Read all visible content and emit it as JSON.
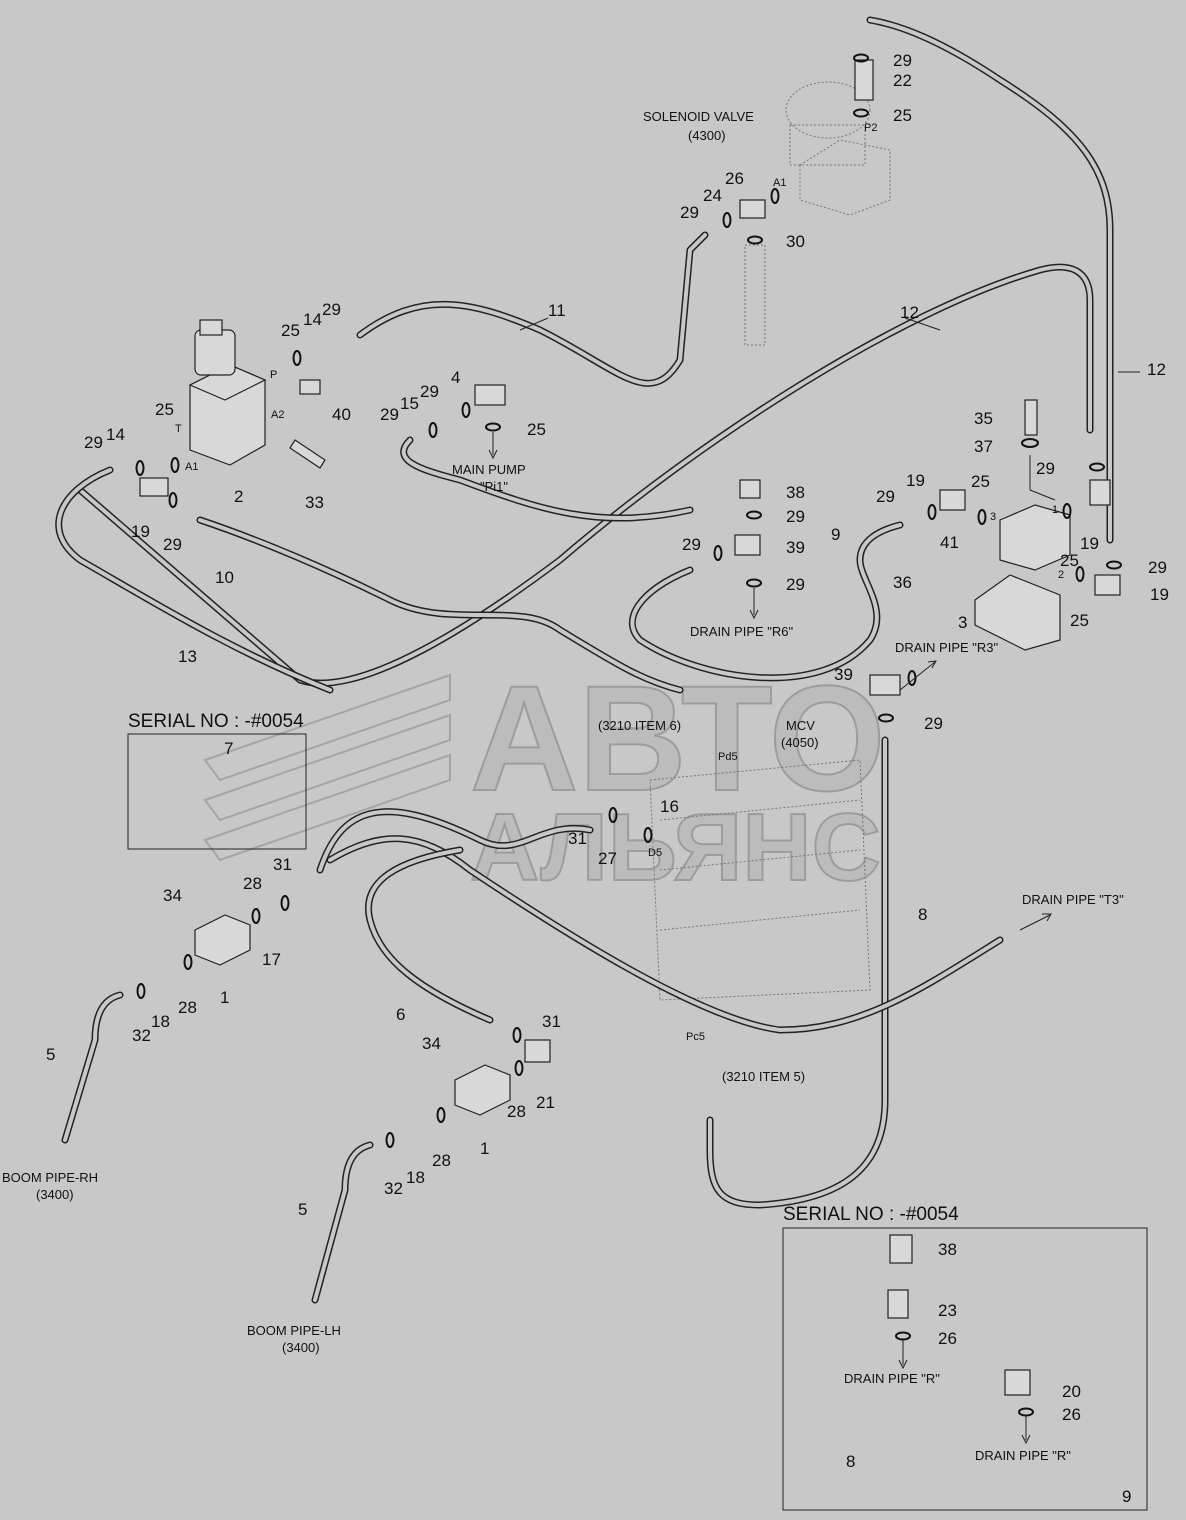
{
  "labels": {
    "solenoid_valve": "SOLENOID VALVE",
    "solenoid_valve_ref": "(4300)",
    "main_pump": "MAIN PUMP",
    "main_pump_port": "\"Pi1\"",
    "drain_r6": "DRAIN PIPE \"R6\"",
    "drain_r3": "DRAIN PIPE \"R3\"",
    "drain_t3": "DRAIN PIPE \"T3\"",
    "drain_r_1": "DRAIN PIPE \"R\"",
    "drain_r_2": "DRAIN PIPE \"R\"",
    "mcv": "MCV",
    "mcv_ref": "(4050)",
    "item6": "(3210 ITEM 6)",
    "item5": "(3210 ITEM 5)",
    "boom_rh": "BOOM PIPE-RH",
    "boom_rh_ref": "(3400)",
    "boom_lh": "BOOM PIPE-LH",
    "boom_lh_ref": "(3400)",
    "serial_1": "SERIAL NO : -#0054",
    "serial_2": "SERIAL NO : -#0054"
  },
  "ports": [
    "P2",
    "A1",
    "P",
    "T",
    "A1",
    "A2",
    "Pd5",
    "D5",
    "Pc5",
    "1",
    "2",
    "3"
  ],
  "callouts": [
    "29",
    "22",
    "25",
    "26",
    "24",
    "29",
    "30",
    "11",
    "12",
    "12",
    "25",
    "14",
    "29",
    "4",
    "40",
    "29",
    "15",
    "29",
    "25",
    "25",
    "14",
    "29",
    "2",
    "33",
    "19",
    "29",
    "10",
    "13",
    "35",
    "37",
    "29",
    "19",
    "25",
    "29",
    "9",
    "41",
    "36",
    "25",
    "19",
    "29",
    "3",
    "19",
    "25",
    "38",
    "29",
    "29",
    "39",
    "29",
    "39",
    "29",
    "7",
    "16",
    "31",
    "27",
    "8",
    "31",
    "28",
    "34",
    "17",
    "1",
    "18",
    "28",
    "32",
    "5",
    "6",
    "31",
    "34",
    "21",
    "28",
    "1",
    "18",
    "28",
    "32",
    "5",
    "38",
    "23",
    "26",
    "20",
    "26",
    "8",
    "9"
  ],
  "watermark": {
    "line1": "АВТО",
    "line2": "АЛЬЯНС"
  }
}
